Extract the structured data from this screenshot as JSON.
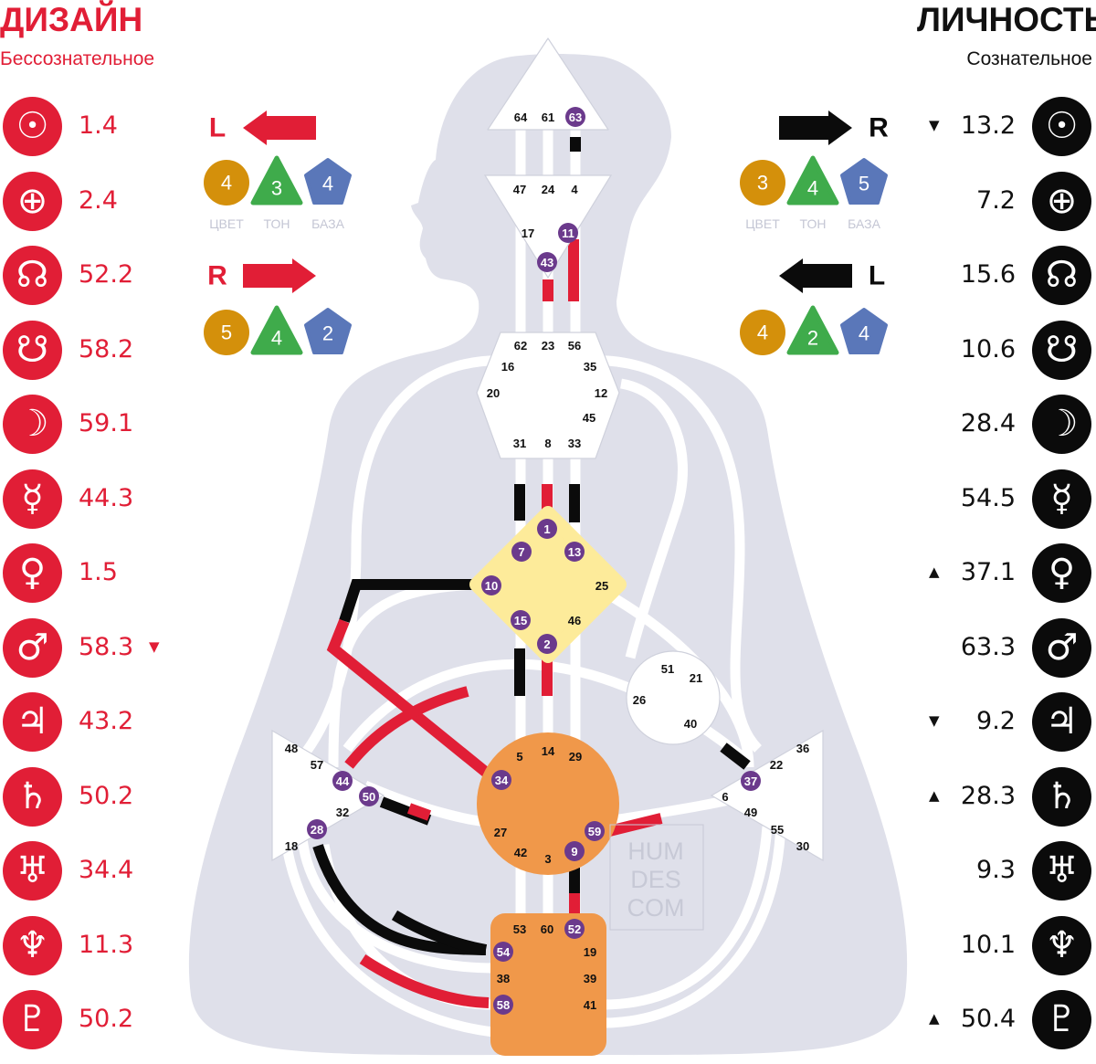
{
  "design": {
    "title": "ДИЗАЙН",
    "subtitle": "Бессознательное",
    "color": "#e11e36",
    "planets": [
      {
        "icon": "sun-icon",
        "glyph": "☉",
        "value": "1.4",
        "arrow": ""
      },
      {
        "icon": "earth-icon",
        "glyph": "⊕",
        "value": "2.4",
        "arrow": ""
      },
      {
        "icon": "north-node-icon",
        "glyph": "☊",
        "value": "52.2",
        "arrow": ""
      },
      {
        "icon": "south-node-icon",
        "glyph": "☋",
        "value": "58.2",
        "arrow": ""
      },
      {
        "icon": "moon-icon",
        "glyph": "☽",
        "value": "59.1",
        "arrow": ""
      },
      {
        "icon": "mercury-icon",
        "glyph": "☿",
        "value": "44.3",
        "arrow": ""
      },
      {
        "icon": "venus-icon",
        "glyph": "♀",
        "value": "1.5",
        "arrow": ""
      },
      {
        "icon": "mars-icon",
        "glyph": "♂",
        "value": "58.3",
        "arrow": "▼"
      },
      {
        "icon": "jupiter-icon",
        "glyph": "♃",
        "value": "43.2",
        "arrow": ""
      },
      {
        "icon": "saturn-icon",
        "glyph": "♄",
        "value": "50.2",
        "arrow": ""
      },
      {
        "icon": "uranus-icon",
        "glyph": "♅",
        "value": "34.4",
        "arrow": ""
      },
      {
        "icon": "neptune-icon",
        "glyph": "♆",
        "value": "11.3",
        "arrow": ""
      },
      {
        "icon": "pluto-icon",
        "glyph": "♇",
        "value": "50.2",
        "arrow": ""
      }
    ]
  },
  "personality": {
    "title": "ЛИЧНОСТЬ",
    "subtitle": "Сознательное",
    "color": "#0b0b0b",
    "planets": [
      {
        "icon": "sun-icon",
        "glyph": "☉",
        "value": "13.2",
        "arrow": "▼"
      },
      {
        "icon": "earth-icon",
        "glyph": "⊕",
        "value": "7.2",
        "arrow": ""
      },
      {
        "icon": "north-node-icon",
        "glyph": "☊",
        "value": "15.6",
        "arrow": ""
      },
      {
        "icon": "south-node-icon",
        "glyph": "☋",
        "value": "10.6",
        "arrow": ""
      },
      {
        "icon": "moon-icon",
        "glyph": "☽",
        "value": "28.4",
        "arrow": ""
      },
      {
        "icon": "mercury-icon",
        "glyph": "☿",
        "value": "54.5",
        "arrow": ""
      },
      {
        "icon": "venus-icon",
        "glyph": "♀",
        "value": "37.1",
        "arrow": "▲"
      },
      {
        "icon": "mars-icon",
        "glyph": "♂",
        "value": "63.3",
        "arrow": ""
      },
      {
        "icon": "jupiter-icon",
        "glyph": "♃",
        "value": "9.2",
        "arrow": "▼"
      },
      {
        "icon": "saturn-icon",
        "glyph": "♄",
        "value": "28.3",
        "arrow": "▲"
      },
      {
        "icon": "uranus-icon",
        "glyph": "♅",
        "value": "9.3",
        "arrow": ""
      },
      {
        "icon": "neptune-icon",
        "glyph": "♆",
        "value": "10.1",
        "arrow": ""
      },
      {
        "icon": "pluto-icon",
        "glyph": "♇",
        "value": "50.4",
        "arrow": "▲"
      }
    ]
  },
  "variables": {
    "labels": {
      "color": "ЦВЕТ",
      "tone": "ТОН",
      "base": "БАЗА"
    },
    "palette": {
      "color": "#d4900b",
      "tone": "#3fab4b",
      "base": "#5a77b9",
      "muted": "#c4c6d4",
      "red": "#e11e36",
      "black": "#0b0b0b"
    },
    "design_top": {
      "dir": "L",
      "arrow": "left",
      "color": "4",
      "tone": "3",
      "base": "4"
    },
    "design_bottom": {
      "dir": "R",
      "arrow": "right",
      "color": "5",
      "tone": "4",
      "base": "2"
    },
    "personality_top": {
      "dir": "R",
      "arrow": "right",
      "color": "3",
      "tone": "4",
      "base": "5"
    },
    "personality_bottom": {
      "dir": "L",
      "arrow": "left",
      "color": "4",
      "tone": "2",
      "base": "4"
    }
  },
  "bodygraph": {
    "colors": {
      "silhouette": "#dfe0ea",
      "undefined_center": "#ffffff",
      "g_center": "#fdeb9a",
      "motor_center": "#f0984a",
      "gate_badge": "#6b3a8c",
      "channel_design": "#e11e36",
      "channel_personality": "#0b0b0b"
    },
    "watermark": [
      "HUM",
      "DES",
      "COM"
    ],
    "centers": {
      "head": {
        "name": "head",
        "defined": false
      },
      "ajna": {
        "name": "ajna",
        "defined": false
      },
      "throat": {
        "name": "throat",
        "defined": false
      },
      "g": {
        "name": "g",
        "defined": true
      },
      "heart": {
        "name": "heart",
        "defined": false
      },
      "spleen": {
        "name": "spleen",
        "defined": false
      },
      "sacral": {
        "name": "sacral",
        "defined": true
      },
      "solar_plexus": {
        "name": "solar-plexus",
        "defined": false
      },
      "root": {
        "name": "root",
        "defined": true
      }
    },
    "gates": [
      {
        "n": "64",
        "active": false
      },
      {
        "n": "61",
        "active": false
      },
      {
        "n": "63",
        "active": true
      },
      {
        "n": "47",
        "active": false
      },
      {
        "n": "24",
        "active": false
      },
      {
        "n": "4",
        "active": false
      },
      {
        "n": "17",
        "active": false
      },
      {
        "n": "11",
        "active": true
      },
      {
        "n": "43",
        "active": true
      },
      {
        "n": "62",
        "active": false
      },
      {
        "n": "23",
        "active": false
      },
      {
        "n": "56",
        "active": false
      },
      {
        "n": "16",
        "active": false
      },
      {
        "n": "35",
        "active": false
      },
      {
        "n": "20",
        "active": false
      },
      {
        "n": "12",
        "active": false
      },
      {
        "n": "45",
        "active": false
      },
      {
        "n": "31",
        "active": false
      },
      {
        "n": "8",
        "active": false
      },
      {
        "n": "33",
        "active": false
      },
      {
        "n": "1",
        "active": true
      },
      {
        "n": "7",
        "active": true
      },
      {
        "n": "13",
        "active": true
      },
      {
        "n": "10",
        "active": true
      },
      {
        "n": "25",
        "active": false
      },
      {
        "n": "15",
        "active": true
      },
      {
        "n": "46",
        "active": false
      },
      {
        "n": "2",
        "active": true
      },
      {
        "n": "51",
        "active": false
      },
      {
        "n": "21",
        "active": false
      },
      {
        "n": "26",
        "active": false
      },
      {
        "n": "40",
        "active": false
      },
      {
        "n": "48",
        "active": false
      },
      {
        "n": "57",
        "active": false
      },
      {
        "n": "44",
        "active": true
      },
      {
        "n": "50",
        "active": true
      },
      {
        "n": "32",
        "active": false
      },
      {
        "n": "28",
        "active": true
      },
      {
        "n": "18",
        "active": false
      },
      {
        "n": "5",
        "active": false
      },
      {
        "n": "14",
        "active": false
      },
      {
        "n": "29",
        "active": false
      },
      {
        "n": "34",
        "active": true
      },
      {
        "n": "27",
        "active": false
      },
      {
        "n": "59",
        "active": true
      },
      {
        "n": "42",
        "active": false
      },
      {
        "n": "3",
        "active": false
      },
      {
        "n": "9",
        "active": true
      },
      {
        "n": "36",
        "active": false
      },
      {
        "n": "22",
        "active": false
      },
      {
        "n": "37",
        "active": true
      },
      {
        "n": "6",
        "active": false
      },
      {
        "n": "49",
        "active": false
      },
      {
        "n": "55",
        "active": false
      },
      {
        "n": "30",
        "active": false
      },
      {
        "n": "53",
        "active": false
      },
      {
        "n": "60",
        "active": false
      },
      {
        "n": "52",
        "active": true
      },
      {
        "n": "54",
        "active": true
      },
      {
        "n": "19",
        "active": false
      },
      {
        "n": "38",
        "active": false
      },
      {
        "n": "39",
        "active": false
      },
      {
        "n": "58",
        "active": true
      },
      {
        "n": "41",
        "active": false
      }
    ]
  }
}
